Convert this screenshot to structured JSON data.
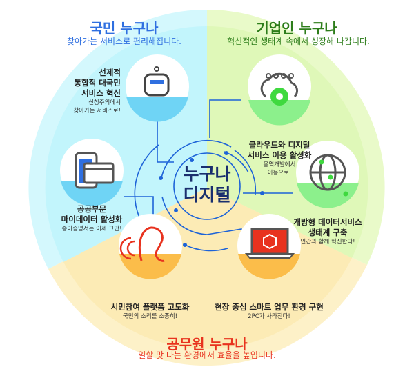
{
  "center": {
    "line1": "누구나",
    "line2": "디지털"
  },
  "sections": [
    {
      "title": "국민 누구나",
      "subtitle": "찾아가는 서비스로 편리해집니다.",
      "color": "#2f6fe0"
    },
    {
      "title": "기업인 누구나",
      "subtitle": "혁신적인 생태계 속에서 성장해 나갑니다.",
      "color": "#2d7d1a"
    },
    {
      "title": "공무원 누구나",
      "subtitle": "일할 맛 나는 환경에서 효율을 높입니다.",
      "color": "#e8321e"
    }
  ],
  "items": [
    {
      "title": [
        "선제적",
        "통합적 대국민",
        "서비스 혁신"
      ],
      "note": [
        "신청주의에서",
        "찾아가는 서비스로!"
      ],
      "icon": "robot-chat-icon"
    },
    {
      "title": [
        "클라우드와 디지털",
        "서비스 이용 활성화"
      ],
      "note": [
        "용역개발에서",
        "이용으로!"
      ],
      "icon": "cloud-gear-icon"
    },
    {
      "title": [
        "공공부문",
        "마이데이터 활성화"
      ],
      "note": [
        "종이증명서는 이제 그만!"
      ],
      "icon": "phone-card-icon"
    },
    {
      "title": [
        "개방형 데이터서비스",
        "생태계 구축"
      ],
      "note": [
        "민간과 함께 혁신한다!"
      ],
      "icon": "globe-network-icon"
    },
    {
      "title": [
        "시민참여 플랫폼 고도화"
      ],
      "note": [
        "국민의 소리를 소중히!"
      ],
      "icon": "ear-icon"
    },
    {
      "title": [
        "현장 중심 스마트 업무 환경 구현"
      ],
      "note": [
        "2PC가 사라진다!"
      ],
      "icon": "laptop-icon"
    }
  ],
  "colors": {
    "cyan": "#c4f6fc",
    "green": "#e4f9c0",
    "yellow": "#fdefbf",
    "navy": "#1a2f6e",
    "line": "#1d63d8"
  }
}
